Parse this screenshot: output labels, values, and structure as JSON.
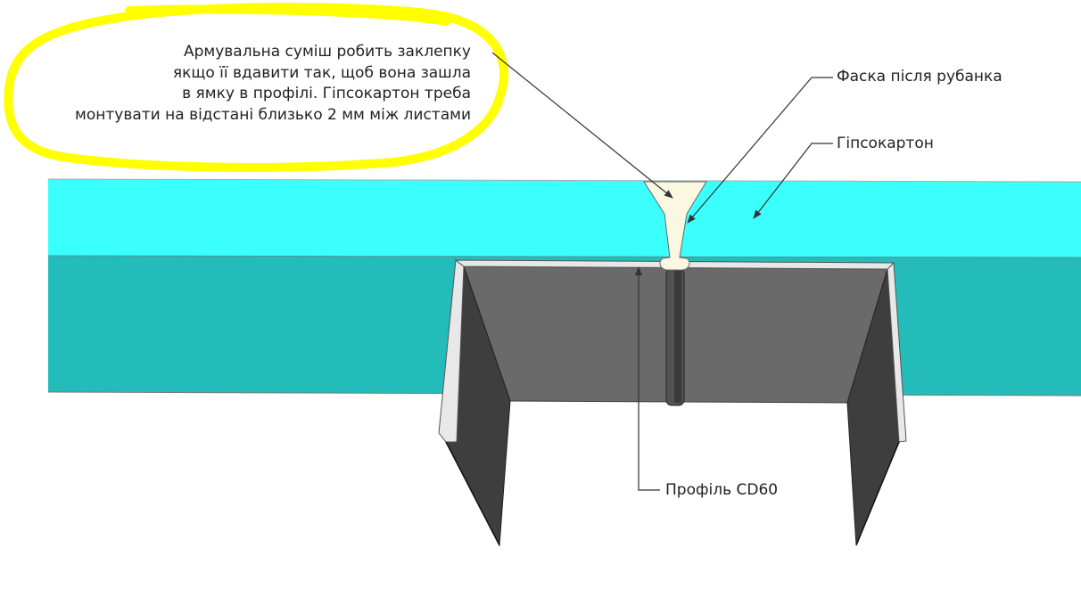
{
  "note": {
    "lines": [
      "Армувальна суміш робить заклепку",
      "якщо її вдавити так, щоб вона зашла",
      "в ямку в профілі. Гіпсокартон треба",
      "монтувати на відстані близько 2 мм між листами"
    ],
    "highlight_color": "#ffff00"
  },
  "labels": {
    "chamfer": "Фаска після рубанка",
    "drywall": "Гіпсокартон",
    "profile": "Профіль CD60"
  },
  "colors": {
    "drywall_top": "#3bfffd",
    "drywall_bottom": "#24bcbb",
    "profile_back": "#6a6a6a",
    "profile_side": "#3e3e3e",
    "profile_edge": "#e8e8e8",
    "filler": "#fbf8e2"
  }
}
